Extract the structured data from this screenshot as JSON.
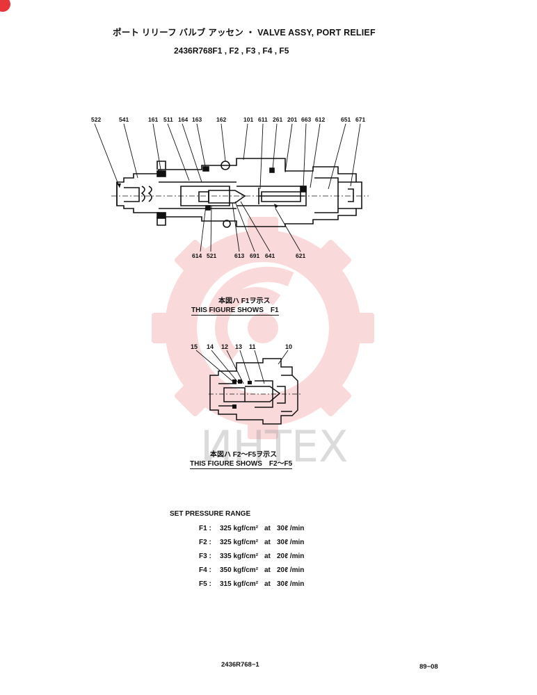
{
  "header": {
    "title": "ポート リリーフ バルブ アッセン ・ VALVE ASSY, PORT RELIEF",
    "part_numbers": "2436R768F1 , F2 , F3 , F4 , F5"
  },
  "figure1": {
    "top_labels": [
      "522",
      "541",
      "161",
      "511",
      "164",
      "163",
      "162",
      "101",
      "611",
      "261",
      "201",
      "663",
      "612",
      "651",
      "671"
    ],
    "bottom_labels": [
      "614",
      "521",
      "613",
      "691",
      "641",
      "621"
    ],
    "caption_jp": "本図ハ F1ヲ示ス",
    "caption_en": "THIS FIGURE SHOWS　F1"
  },
  "figure2": {
    "labels": [
      "15",
      "14",
      "12",
      "13",
      "11",
      "10"
    ],
    "caption_jp": "本図ハ F2～F5ヲ示ス",
    "caption_en": "THIS FIGURE SHOWS　F2～F5"
  },
  "set_pressure": {
    "title": "SET PRESSURE RANGE",
    "rows": [
      {
        "model": "F1 :",
        "pressure": "325 kgf/cm²",
        "at": "at",
        "flow": "30ℓ /min"
      },
      {
        "model": "F2 :",
        "pressure": "325 kgf/cm²",
        "at": "at",
        "flow": "30ℓ /min"
      },
      {
        "model": "F3 :",
        "pressure": "335 kgf/cm²",
        "at": "at",
        "flow": "20ℓ /min"
      },
      {
        "model": "F4 :",
        "pressure": "350 kgf/cm²",
        "at": "at",
        "flow": "20ℓ /min"
      },
      {
        "model": "F5 :",
        "pressure": "315 kgf/cm²",
        "at": "at",
        "flow": "30ℓ /min"
      }
    ]
  },
  "footer": {
    "drawing_no": "2436R768−1",
    "date": "89−08"
  },
  "watermark": {
    "text": "ИНТЕХ",
    "color": "#e8353a"
  }
}
